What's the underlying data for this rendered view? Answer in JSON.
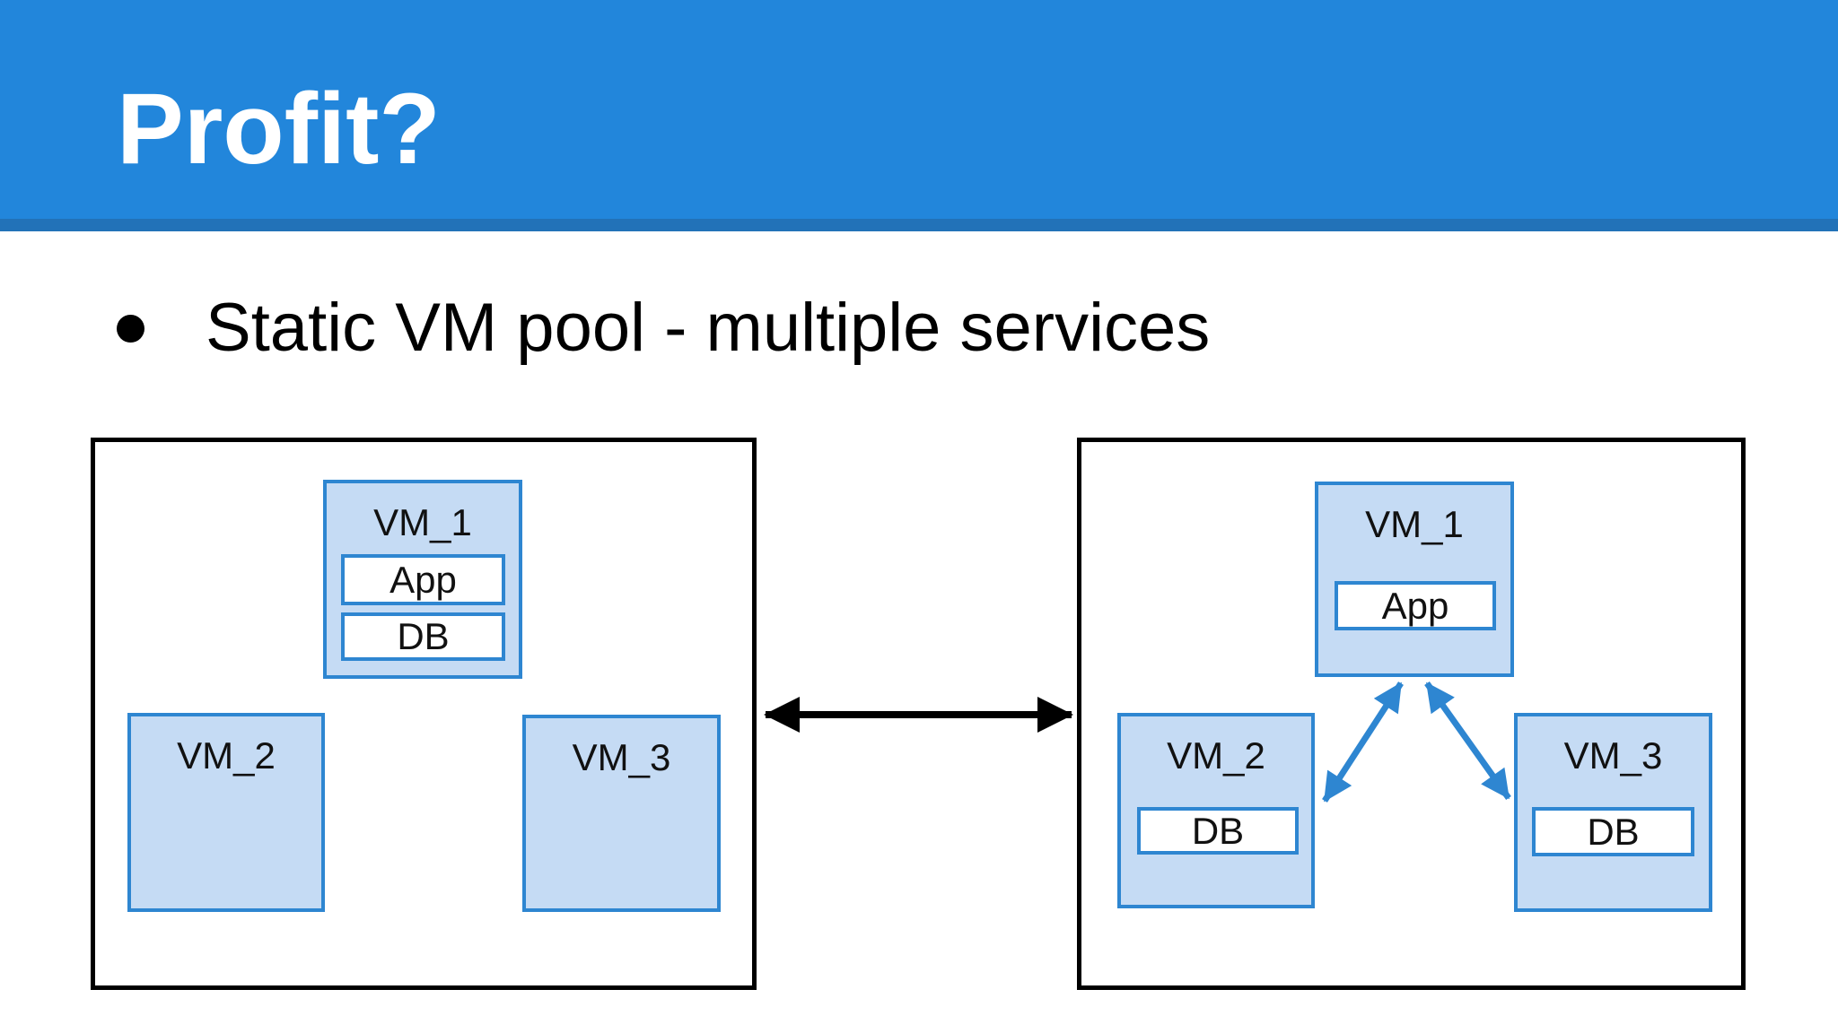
{
  "header": {
    "title": "Profit?"
  },
  "bullet": {
    "text": "Static VM pool - multiple services"
  },
  "colors": {
    "header_background": "#2286db",
    "header_accent_stripe": "#2272b8",
    "vm_fill": "#c5dbf4",
    "vm_border": "#2e86d1",
    "service_fill": "#ffffff",
    "pool_border": "#000000",
    "pool_link_arrow": "#000000",
    "service_link_arrow": "#2e86d1",
    "title_text": "#ffffff",
    "body_text": "#000000"
  },
  "diagram": {
    "left_pool": {
      "vm1": {
        "label": "VM_1",
        "services": [
          "App",
          "DB"
        ]
      },
      "vm2": {
        "label": "VM_2"
      },
      "vm3": {
        "label": "VM_3"
      }
    },
    "right_pool": {
      "vm1": {
        "label": "VM_1",
        "services": [
          "App"
        ]
      },
      "vm2": {
        "label": "VM_2",
        "services": [
          "DB"
        ]
      },
      "vm3": {
        "label": "VM_3",
        "services": [
          "DB"
        ]
      }
    }
  }
}
